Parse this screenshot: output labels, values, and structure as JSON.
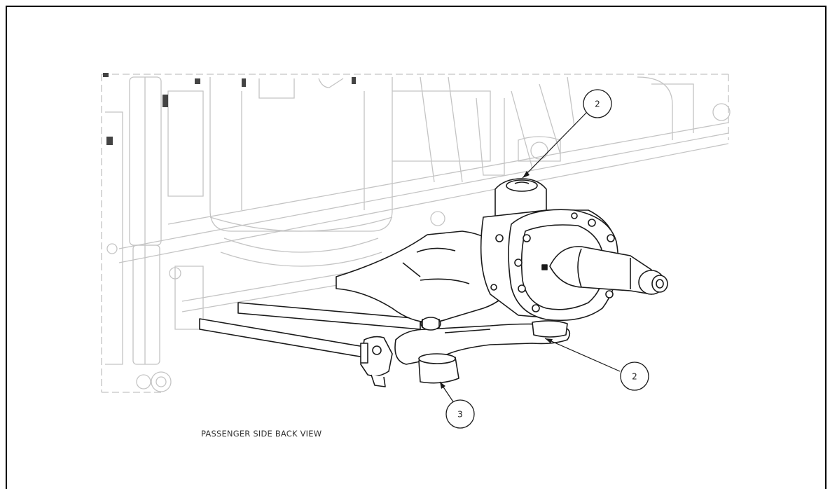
{
  "caption": "PASSENGER SIDE BACK VIEW",
  "callouts": {
    "upper_ball_joint": "2",
    "lower_ball_joint": "2",
    "tie_rod_end": "3"
  },
  "colors": {
    "ghost_line": "#bfbfbf",
    "main_line": "#1a1a1a",
    "frame": "#000000"
  }
}
